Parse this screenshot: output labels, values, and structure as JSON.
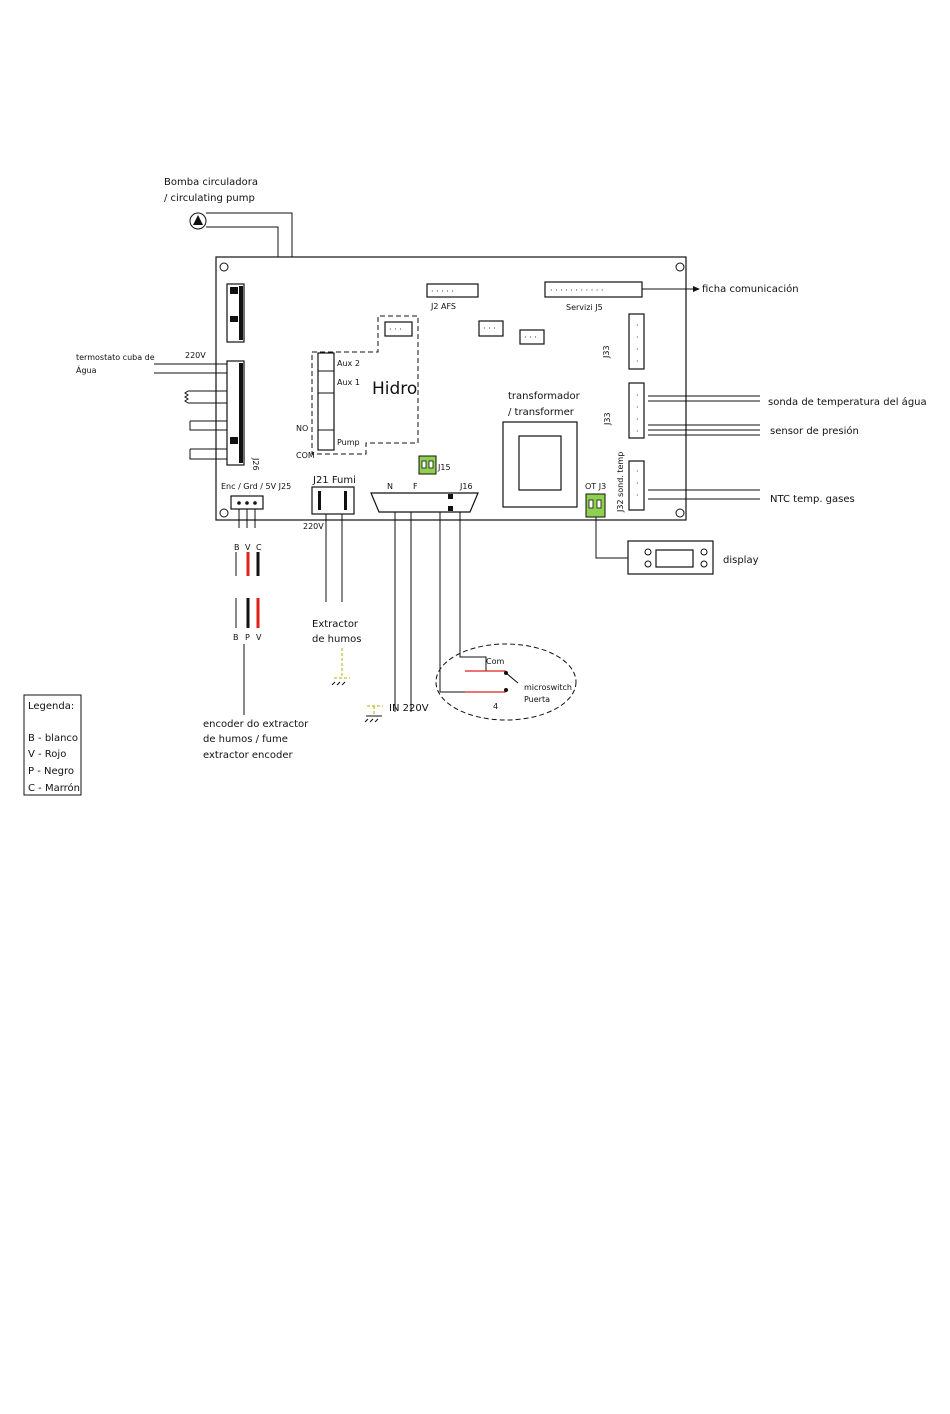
{
  "colors": {
    "connector_green": "#8fd14f",
    "wire_red": "#e0201b",
    "wire_black": "#111111",
    "ground_yellow": "#b5b000"
  },
  "labels": {
    "pump_line1": "Bomba circuladora",
    "pump_line2": "/ circulating pump",
    "ficha_comunicacion": "ficha comunicación",
    "termostato_line1": "termostato cuba de",
    "termostato_line2": "Água",
    "label_220v_left": "220V",
    "aux2": "Aux 2",
    "aux1": "Aux 1",
    "pump": "Pump",
    "no": "NO",
    "com": "COM",
    "hidro": "Hidro",
    "j2_afs": "J2  AFS",
    "servizi_j5": "Servizi  J5",
    "j33_top": "J33",
    "j33_mid": "J33",
    "j32": "J32 sond. temp",
    "transformador_line1": "transformador",
    "transformador_line2": "/ transformer",
    "j15": "J15",
    "ot_j3": "OT  J3",
    "j26": "J26",
    "enc_grd_5v": "Enc / Grd /  5V  J25",
    "j21_fumi": "J21 Fumi",
    "label_220v_bottom": "220V",
    "n": "N",
    "f": "F",
    "j16": "J16",
    "sonda_temp": "sonda de temperatura del água",
    "sensor_presion": "sensor de presión",
    "ntc_gases": "NTC temp. gases",
    "display": "display",
    "extractor_line1": "Extractor",
    "extractor_line2": "de humos",
    "in_220v": "IN 220V",
    "micro_com": "Com",
    "micro_4": "4",
    "microswitch": "microswitch",
    "puerta": "Puerta",
    "encoder_line1": "encoder do extractor",
    "encoder_line2": "de humos / fume",
    "encoder_line3": "extractor encoder",
    "wire_letters_top": [
      "B",
      "V",
      "C"
    ],
    "wire_letters_bottom": [
      "B",
      "P",
      "V"
    ]
  },
  "legend": {
    "title": "Legenda:",
    "items": [
      "B - blanco",
      "V - Rojo",
      "P - Negro",
      "C - Marrón"
    ]
  }
}
